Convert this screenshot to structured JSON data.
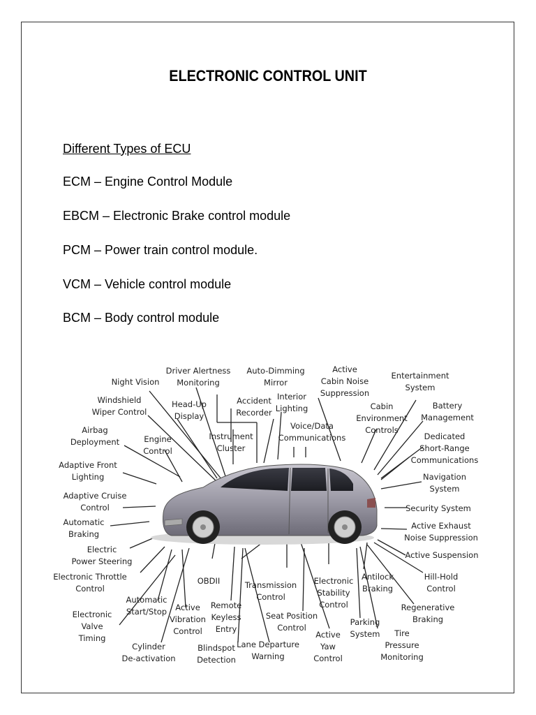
{
  "title": "ELECTRONIC CONTROL UNIT",
  "section_heading": "Different Types of ECU",
  "ecu_types": [
    "ECM – Engine Control Module",
    "EBCM – Electronic Brake control module",
    "PCM – Power train control module.",
    "VCM – Vehicle control module",
    "BCM – Body control module"
  ],
  "diagram_labels": {
    "night_vision": "Night Vision",
    "driver_alertness_1": "Driver Alertness",
    "driver_alertness_2": "Monitoring",
    "auto_dimming_1": "Auto-Dimming",
    "auto_dimming_2": "Mirror",
    "active_cabin_noise_1": "Active",
    "active_cabin_noise_2": "Cabin Noise",
    "active_cabin_noise_3": "Suppression",
    "entertainment_1": "Entertainment",
    "entertainment_2": "System",
    "windshield_1": "Windshield",
    "windshield_2": "Wiper Control",
    "head_up_1": "Head-Up",
    "head_up_2": "Display",
    "accident_1": "Accident",
    "accident_2": "Recorder",
    "interior_1": "Interior",
    "interior_2": "Lighting",
    "cabin_env_1": "Cabin",
    "cabin_env_2": "Environment",
    "cabin_env_3": "Controls",
    "battery_1": "Battery",
    "battery_2": "Management",
    "airbag_1": "Airbag",
    "airbag_2": "Deployment",
    "engine_1": "Engine",
    "engine_2": "Control",
    "instrument_1": "Instrument",
    "instrument_2": "Cluster",
    "voice_1": "Voice/Data",
    "voice_2": "Communications",
    "dedicated_1": "Dedicated",
    "dedicated_2": "Short-Range",
    "dedicated_3": "Communications",
    "adaptive_front_1": "Adaptive Front",
    "adaptive_front_2": "Lighting",
    "navigation_1": "Navigation",
    "navigation_2": "System",
    "adaptive_cruise_1": "Adaptive Cruise",
    "adaptive_cruise_2": "Control",
    "security": "Security System",
    "automatic_braking_1": "Automatic",
    "automatic_braking_2": "Braking",
    "active_exhaust_1": "Active Exhaust",
    "active_exhaust_2": "Noise Suppression",
    "electric_ps_1": "Electric",
    "electric_ps_2": "Power Steering",
    "active_suspension": "Active Suspension",
    "throttle_1": "Electronic Throttle",
    "throttle_2": "Control",
    "obdii": "OBDII",
    "transmission_1": "Transmission",
    "transmission_2": "Control",
    "esc_1": "Electronic",
    "esc_2": "Stability",
    "esc_3": "Control",
    "antilock_1": "Antilock",
    "antilock_2": "Braking",
    "hill_hold_1": "Hill-Hold",
    "hill_hold_2": "Control",
    "auto_start_1": "Automatic",
    "auto_start_2": "Start/Stop",
    "active_vib_1": "Active",
    "active_vib_2": "Vibration",
    "active_vib_3": "Control",
    "remote_1": "Remote",
    "remote_2": "Keyless",
    "remote_3": "Entry",
    "regen_1": "Regenerative",
    "regen_2": "Braking",
    "evt_1": "Electronic",
    "evt_2": "Valve",
    "evt_3": "Timing",
    "seat_1": "Seat Position",
    "seat_2": "Control",
    "parking_1": "Parking",
    "parking_2": "System",
    "tire_1": "Tire",
    "tire_2": "Pressure",
    "tire_3": "Monitoring",
    "active_yaw_1": "Active",
    "active_yaw_2": "Yaw",
    "active_yaw_3": "Control",
    "cylinder_1": "Cylinder",
    "cylinder_2": "De-activation",
    "blindspot_1": "Blindspot",
    "blindspot_2": "Detection",
    "lane_1": "Lane Departure",
    "lane_2": "Warning"
  }
}
